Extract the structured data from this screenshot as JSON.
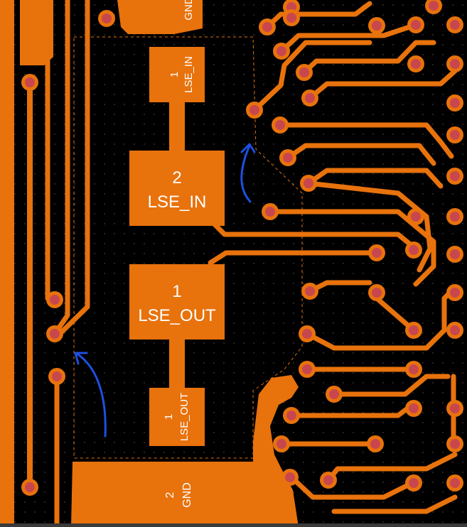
{
  "colors": {
    "copper": "#E8720C",
    "via_ring": "#E8720C",
    "via_hole": "#C8474E",
    "keepout": "#E8720C",
    "annotation": "#1E4FE0",
    "background": "#000000",
    "label": "#FFFFFF"
  },
  "pads": {
    "top_small": {
      "number": "1",
      "net": "LSE_IN"
    },
    "mid_in": {
      "number": "2",
      "net": "LSE_IN"
    },
    "mid_out": {
      "number": "1",
      "net": "LSE_OUT"
    },
    "bottom_small": {
      "number": "1",
      "net": "LSE_OUT"
    }
  },
  "pours": {
    "bottom_gnd": {
      "number": "2",
      "net": "GND"
    },
    "top_gnd": {
      "net": "GND"
    }
  },
  "annotations": [
    {
      "name": "arrow-right",
      "icon": "hand-drawn-arrow"
    },
    {
      "name": "arrow-left",
      "icon": "hand-drawn-arrow"
    }
  ]
}
